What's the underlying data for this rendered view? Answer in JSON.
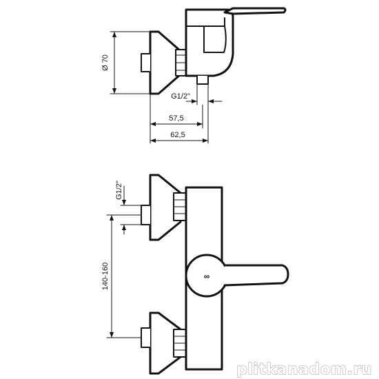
{
  "side_view": {
    "dim_diameter": "Ø 70",
    "dim_thread": "G1/2\"",
    "dim_depth_1": "57,5",
    "dim_depth_2": "62,5"
  },
  "front_view": {
    "dim_thread": "G1/2\"",
    "dim_spacing": "140-160"
  },
  "watermark": "plitkanadom.ru"
}
